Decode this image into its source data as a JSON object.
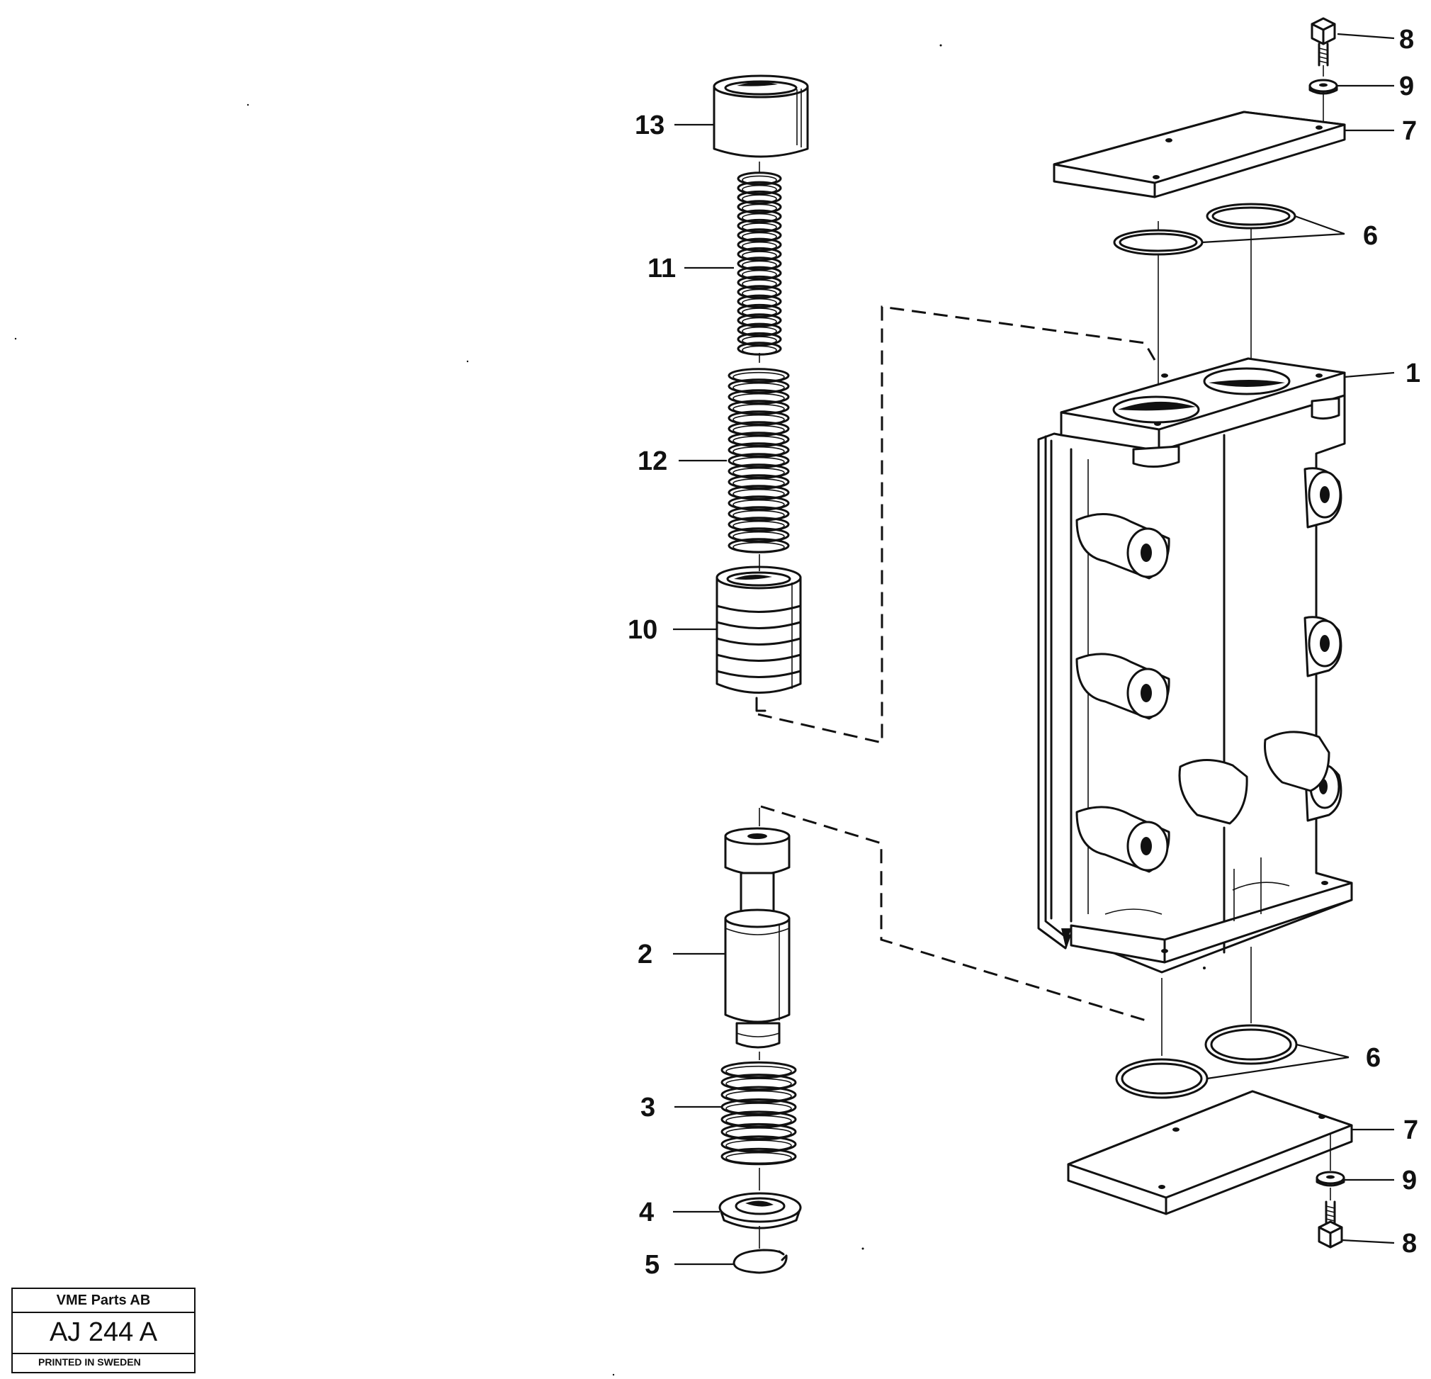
{
  "callouts": {
    "c13": "13",
    "c11": "11",
    "c12": "12",
    "c10": "10",
    "c2": "2",
    "c3": "3",
    "c4": "4",
    "c5": "5",
    "c8_top": "8",
    "c9_top": "9",
    "c7_top": "7",
    "c6_top": "6",
    "c1": "1",
    "c6_bottom": "6",
    "c7_bottom": "7",
    "c9_bottom": "9",
    "c8_bottom": "8"
  },
  "title_block": {
    "company": "VME Parts AB",
    "code": "AJ 244  A",
    "printed": "PRINTED IN SWEDEN"
  }
}
